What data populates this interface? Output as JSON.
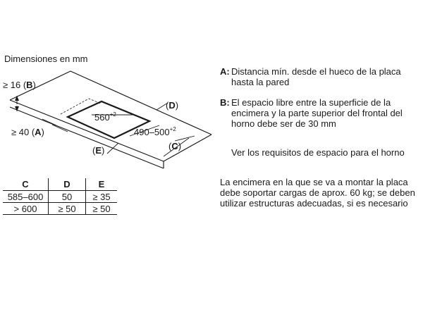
{
  "title": "Dimensiones en mm",
  "diagram": {
    "label_b_prefix": "≥ 16 (",
    "label_b_key": "B",
    "label_b_suffix": ")",
    "label_a_prefix": "≥ 40 (",
    "label_a_key": "A",
    "label_a_suffix": ")",
    "label_d": "D",
    "label_c": "C",
    "label_e": "E",
    "width_value": "560",
    "width_tol": "+2",
    "depth_value": "490–500",
    "depth_tol": "+2",
    "open_paren": "(",
    "close_paren": ")"
  },
  "table": {
    "headers": [
      "C",
      "D",
      "E"
    ],
    "rows": [
      [
        "585–600",
        "50",
        "≥ 35"
      ],
      [
        "> 600",
        "≥ 50",
        "≥ 50"
      ]
    ]
  },
  "notes": {
    "a_key": "A:",
    "a_text": "Distancia mín. desde el hueco de la placa hasta la pared",
    "b_key": "B:",
    "b_text": "El espacio libre entre la superficie de la encimera y la parte superior del frontal del horno debe ser de 30 mm",
    "ref": "Ver los requisitos de espacio para el horno",
    "load": "La encimera en la que se va a montar la placa debe soportar cargas de aprox. 60 kg; se deben utilizar estructuras adecuadas, si es necesario"
  }
}
